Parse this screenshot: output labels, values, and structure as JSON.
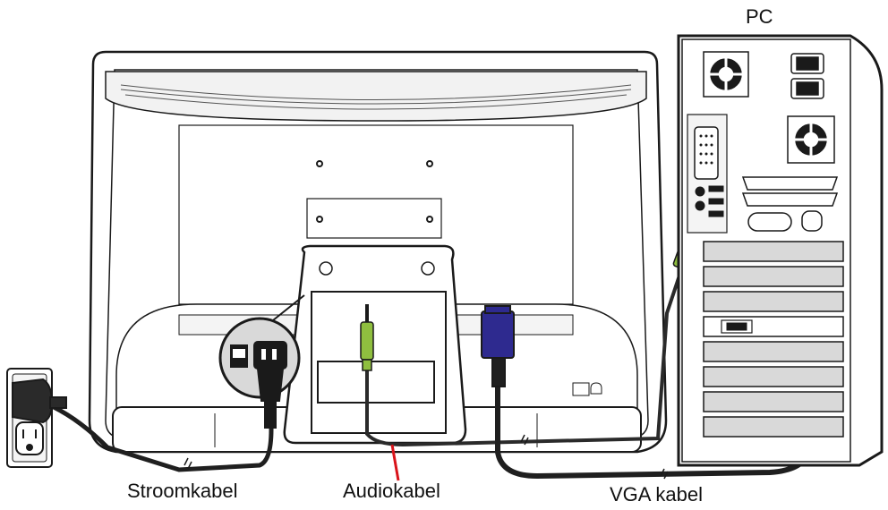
{
  "labels": {
    "pc": "PC",
    "power_cable": "Stroomkabel",
    "audio_cable": "Audiokabel",
    "vga_cable": "VGA kabel"
  },
  "colors": {
    "line": "#1a1a1a",
    "panel_fill": "#ffffff",
    "shade": "#d9d9d9",
    "dark_shade": "#bdbdbd",
    "cable": "#1f1f1f",
    "vga_connector": "#2e2a8f",
    "audio_jack": "#8fbf3f",
    "leader_red": "#d9141b"
  },
  "icons": [
    "wall-outlet-icon",
    "power-plug-icon",
    "audio-jack-icon",
    "vga-connector-icon",
    "fan-icon",
    "power-socket-icon"
  ]
}
